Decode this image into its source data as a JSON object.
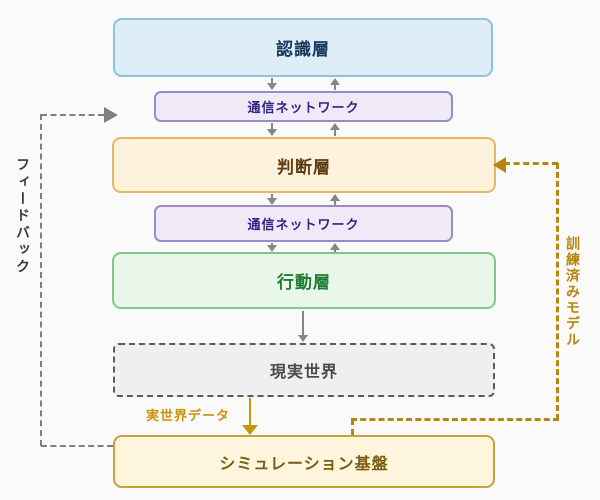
{
  "diagram": {
    "title_hint": "layered AI architecture flow",
    "background": "#fafafa",
    "nodes": [
      {
        "id": "recognition-layer",
        "label": "認識層",
        "bg": "#ddeef8",
        "border": "#8fc0dc",
        "text_color": "#16365c",
        "border_style": "solid"
      },
      {
        "id": "comm-network-1",
        "label": "通信ネットワーク",
        "bg": "#efe9f8",
        "border": "#9c8ac4",
        "text_color": "#312483",
        "border_style": "solid"
      },
      {
        "id": "judgment-layer",
        "label": "判断層",
        "bg": "#fdf3dc",
        "border": "#e7b766",
        "text_color": "#5b3b10",
        "border_style": "solid"
      },
      {
        "id": "comm-network-2",
        "label": "通信ネットワーク",
        "bg": "#efe9f8",
        "border": "#9c8ac4",
        "text_color": "#312483",
        "border_style": "solid"
      },
      {
        "id": "action-layer",
        "label": "行動層",
        "bg": "#e9f7ea",
        "border": "#82c788",
        "text_color": "#1e7d32",
        "border_style": "solid"
      },
      {
        "id": "real-world",
        "label": "現実世界",
        "bg": "#efefef",
        "border": "#5a5a5a",
        "text_color": "#4a4a4a",
        "border_style": "dashed"
      },
      {
        "id": "simulation-platform",
        "label": "シミュレーション基盤",
        "bg": "#fdf6dd",
        "border": "#c7a13c",
        "text_color": "#7a5c10",
        "border_style": "solid"
      }
    ],
    "edges": [
      {
        "from": "recognition-layer",
        "to": "comm-network-1",
        "bidirectional": true,
        "style": "solid-gray"
      },
      {
        "from": "comm-network-1",
        "to": "judgment-layer",
        "bidirectional": true,
        "style": "solid-gray"
      },
      {
        "from": "judgment-layer",
        "to": "comm-network-2",
        "bidirectional": true,
        "style": "solid-gray"
      },
      {
        "from": "comm-network-2",
        "to": "action-layer",
        "bidirectional": true,
        "style": "solid-gray"
      },
      {
        "from": "action-layer",
        "to": "real-world",
        "bidirectional": false,
        "style": "solid-gray"
      },
      {
        "from": "real-world",
        "to": "simulation-platform",
        "bidirectional": false,
        "style": "solid-gold",
        "label": "実世界データ"
      },
      {
        "from": "simulation-platform",
        "to": "judgment-layer",
        "bidirectional": false,
        "style": "dashed-gold",
        "label": "訓練済みモデル"
      },
      {
        "from": "simulation-platform",
        "to": "recognition-stack",
        "bidirectional": false,
        "style": "dashed-gray",
        "label": "フィードバック"
      }
    ],
    "edge_labels": {
      "feedback": "フィードバック",
      "real_world_data": "実世界データ",
      "trained_model": "訓練済みモデル"
    },
    "arrow_colors": {
      "gray": "#808080",
      "gold_solid": "#c8960c",
      "gold_dashed": "#b8860b"
    }
  }
}
